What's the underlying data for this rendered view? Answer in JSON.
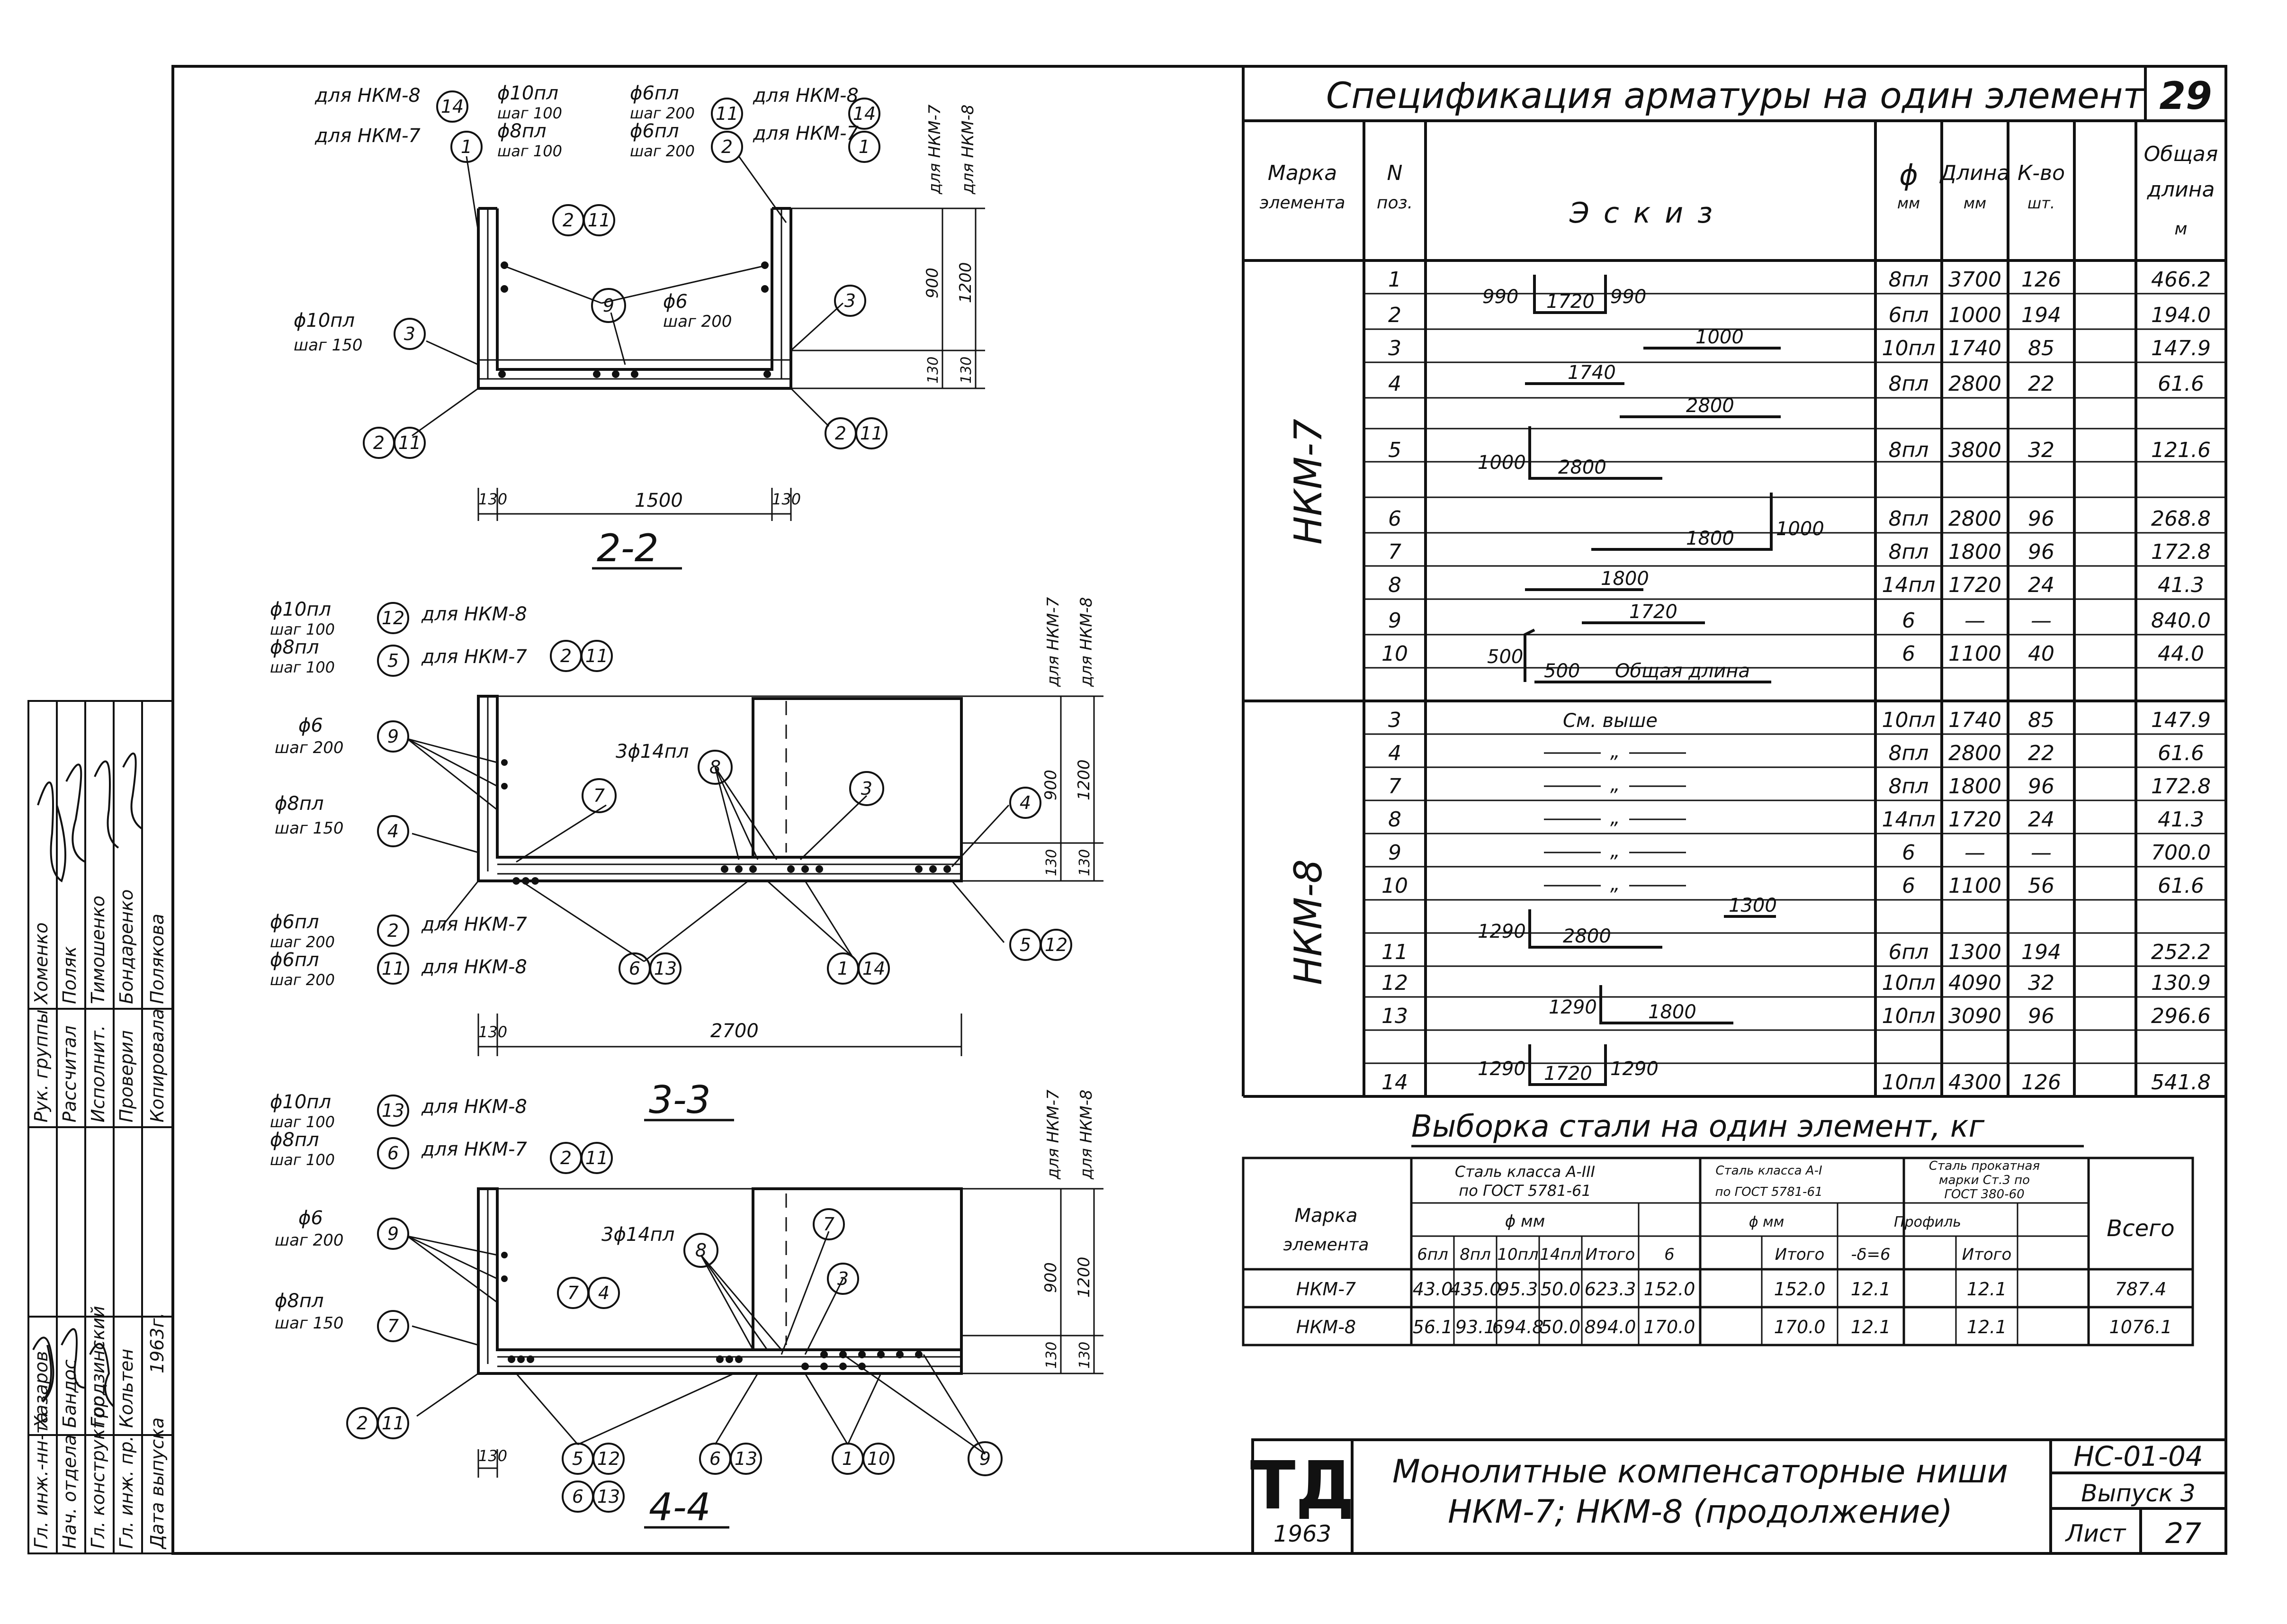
{
  "sheet_number_top": "29",
  "spec": {
    "title": "Спецификация арматуры на один элемент",
    "headers": {
      "mark": [
        "Марка",
        "элемента"
      ],
      "pos": [
        "N",
        "поз."
      ],
      "sketch": "Эскиз",
      "diam": [
        "ϕ",
        "мм"
      ],
      "length": [
        "Длина",
        "мм"
      ],
      "count": [
        "К-во",
        "шт."
      ],
      "total": [
        "Общая",
        "длина",
        "м"
      ]
    },
    "groups": [
      {
        "mark": "НКМ-7",
        "rows": [
          {
            "pos": "1",
            "diam": "8пл",
            "length": "3700",
            "count": "126",
            "total": "466.2"
          },
          {
            "pos": "2",
            "diam": "6пл",
            "length": "1000",
            "count": "194",
            "total": "194.0"
          },
          {
            "pos": "3",
            "diam": "10пл",
            "length": "1740",
            "count": "85",
            "total": "147.9"
          },
          {
            "pos": "4",
            "diam": "8пл",
            "length": "2800",
            "count": "22",
            "total": "61.6"
          },
          {
            "pos": "5",
            "diam": "8пл",
            "length": "3800",
            "count": "32",
            "total": "121.6"
          },
          {
            "pos": "6",
            "diam": "8пл",
            "length": "2800",
            "count": "96",
            "total": "268.8"
          },
          {
            "pos": "7",
            "diam": "8пл",
            "length": "1800",
            "count": "96",
            "total": "172.8"
          },
          {
            "pos": "8",
            "diam": "14пл",
            "length": "1720",
            "count": "24",
            "total": "41.3"
          },
          {
            "pos": "9",
            "diam": "6",
            "length": "—",
            "count": "—",
            "total": "840.0"
          },
          {
            "pos": "10",
            "diam": "6",
            "length": "1100",
            "count": "40",
            "total": "44.0"
          }
        ]
      },
      {
        "mark": "НКМ-8",
        "rows": [
          {
            "pos": "3",
            "diam": "10пл",
            "length": "1740",
            "count": "85",
            "total": "147.9"
          },
          {
            "pos": "4",
            "diam": "8пл",
            "length": "2800",
            "count": "22",
            "total": "61.6"
          },
          {
            "pos": "7",
            "diam": "8пл",
            "length": "1800",
            "count": "96",
            "total": "172.8"
          },
          {
            "pos": "8",
            "diam": "14пл",
            "length": "1720",
            "count": "24",
            "total": "41.3"
          },
          {
            "pos": "9",
            "diam": "6",
            "length": "—",
            "count": "—",
            "total": "700.0"
          },
          {
            "pos": "10",
            "diam": "6",
            "length": "1100",
            "count": "56",
            "total": "61.6"
          },
          {
            "pos": "11",
            "diam": "6пл",
            "length": "1300",
            "count": "194",
            "total": "252.2"
          },
          {
            "pos": "12",
            "diam": "10пл",
            "length": "4090",
            "count": "32",
            "total": "130.9"
          },
          {
            "pos": "13",
            "diam": "10пл",
            "length": "3090",
            "count": "96",
            "total": "296.6"
          },
          {
            "pos": "14",
            "diam": "10пл",
            "length": "4300",
            "count": "126",
            "total": "541.8"
          }
        ]
      }
    ],
    "sketches": {
      "s1": [
        "990",
        "1720",
        "990"
      ],
      "s2": "1000",
      "s3": "1740",
      "s4": "2800",
      "s5": [
        "1000",
        "2800"
      ],
      "s6": [
        "1800",
        "1000"
      ],
      "s7": "1800",
      "s8": "1720",
      "s9": [
        "500",
        "500",
        "Общая длина"
      ],
      "see_above": "См. выше",
      "ditto": "„",
      "s11": "1300",
      "s12": [
        "1290",
        "2800"
      ],
      "s13": [
        "1290",
        "1800"
      ],
      "s14": [
        "1290",
        "1720",
        "1290"
      ]
    }
  },
  "steel": {
    "title": "Выборка стали на один элемент, кг",
    "headers": {
      "mark": [
        "Марка",
        "элемента"
      ],
      "a3": [
        "Сталь класса А-III",
        "по ГОСТ 5781-61"
      ],
      "a1": [
        "Сталь класса А-I",
        "по ГОСТ 5781-61"
      ],
      "prof": [
        "Сталь прокатная",
        "марки Ст.3 по",
        "ГОСТ 380-60"
      ],
      "phi": "ϕ мм",
      "profile": "Профиль",
      "total": "Всего",
      "sub3": [
        "6пл",
        "8пл",
        "10пл",
        "14пл",
        "Итого"
      ],
      "sub1": [
        "6",
        "",
        "Итого"
      ],
      "subp": [
        "-δ=6",
        "",
        "Итого"
      ]
    },
    "rows": [
      {
        "mark": "НКМ-7",
        "v": [
          "43.0",
          "435.0",
          "95.3",
          "50.0",
          "623.3",
          "152.0",
          "",
          "152.0",
          "12.1",
          "",
          "12.1"
        ],
        "total": "787.4"
      },
      {
        "mark": "НКМ-8",
        "v": [
          "56.1",
          "93.1",
          "694.8",
          "50.0",
          "894.0",
          "170.0",
          "",
          "170.0",
          "12.1",
          "",
          "12.1"
        ],
        "total": "1076.1"
      }
    ]
  },
  "title_block": {
    "logo": "ТД",
    "year": "1963",
    "line1": "Монолитные компенсаторные ниши",
    "line2": "НКМ-7; НКМ-8 (продолжение)",
    "code": "НС-01-04",
    "issue": "Выпуск 3",
    "sheet_label": "Лист",
    "sheet_no": "27"
  },
  "stamp": {
    "roles": [
      "Гл. инж.-нн-та",
      "Нач. отдела",
      "Гл. конструктор",
      "Гл. инж. пр.",
      "Дата выпуска"
    ],
    "roles2": [
      "Рук. группы",
      "Рассчитал",
      "Исполнит.",
      "Проверил",
      "Копировала"
    ],
    "names": [
      "Хазаров",
      "Бандос",
      "Гродзинский",
      "Кольтен"
    ],
    "names2": [
      "Хоменко",
      "Поляк",
      "Тимошенко",
      "Бондаренко",
      "Полякова"
    ],
    "date": "1963г."
  },
  "drawing": {
    "sec22": "2-2",
    "sec33": "3-3",
    "sec44": "4-4",
    "for7": "для НКМ-7",
    "for8": "для НКМ-8",
    "p10s150": [
      "ϕ10пл",
      "шаг 150"
    ],
    "p10s100": [
      "ϕ10пл",
      "шаг 100"
    ],
    "p8s100": [
      "ϕ8пл",
      "шаг 100"
    ],
    "p6s200": [
      "ϕ6пл",
      "шаг 200"
    ],
    "p6": [
      "ϕ6",
      "шаг 200"
    ],
    "p8s150": [
      "ϕ8пл",
      "шаг 150"
    ],
    "p314": "3ϕ14пл",
    "dims": {
      "d130": "130",
      "d1500": "1500",
      "d2700": "2700",
      "d900": "900",
      "d1200": "1200"
    },
    "marks": [
      "1",
      "2",
      "3",
      "4",
      "5",
      "6",
      "7",
      "8",
      "9",
      "10",
      "11",
      "12",
      "13",
      "14"
    ]
  }
}
